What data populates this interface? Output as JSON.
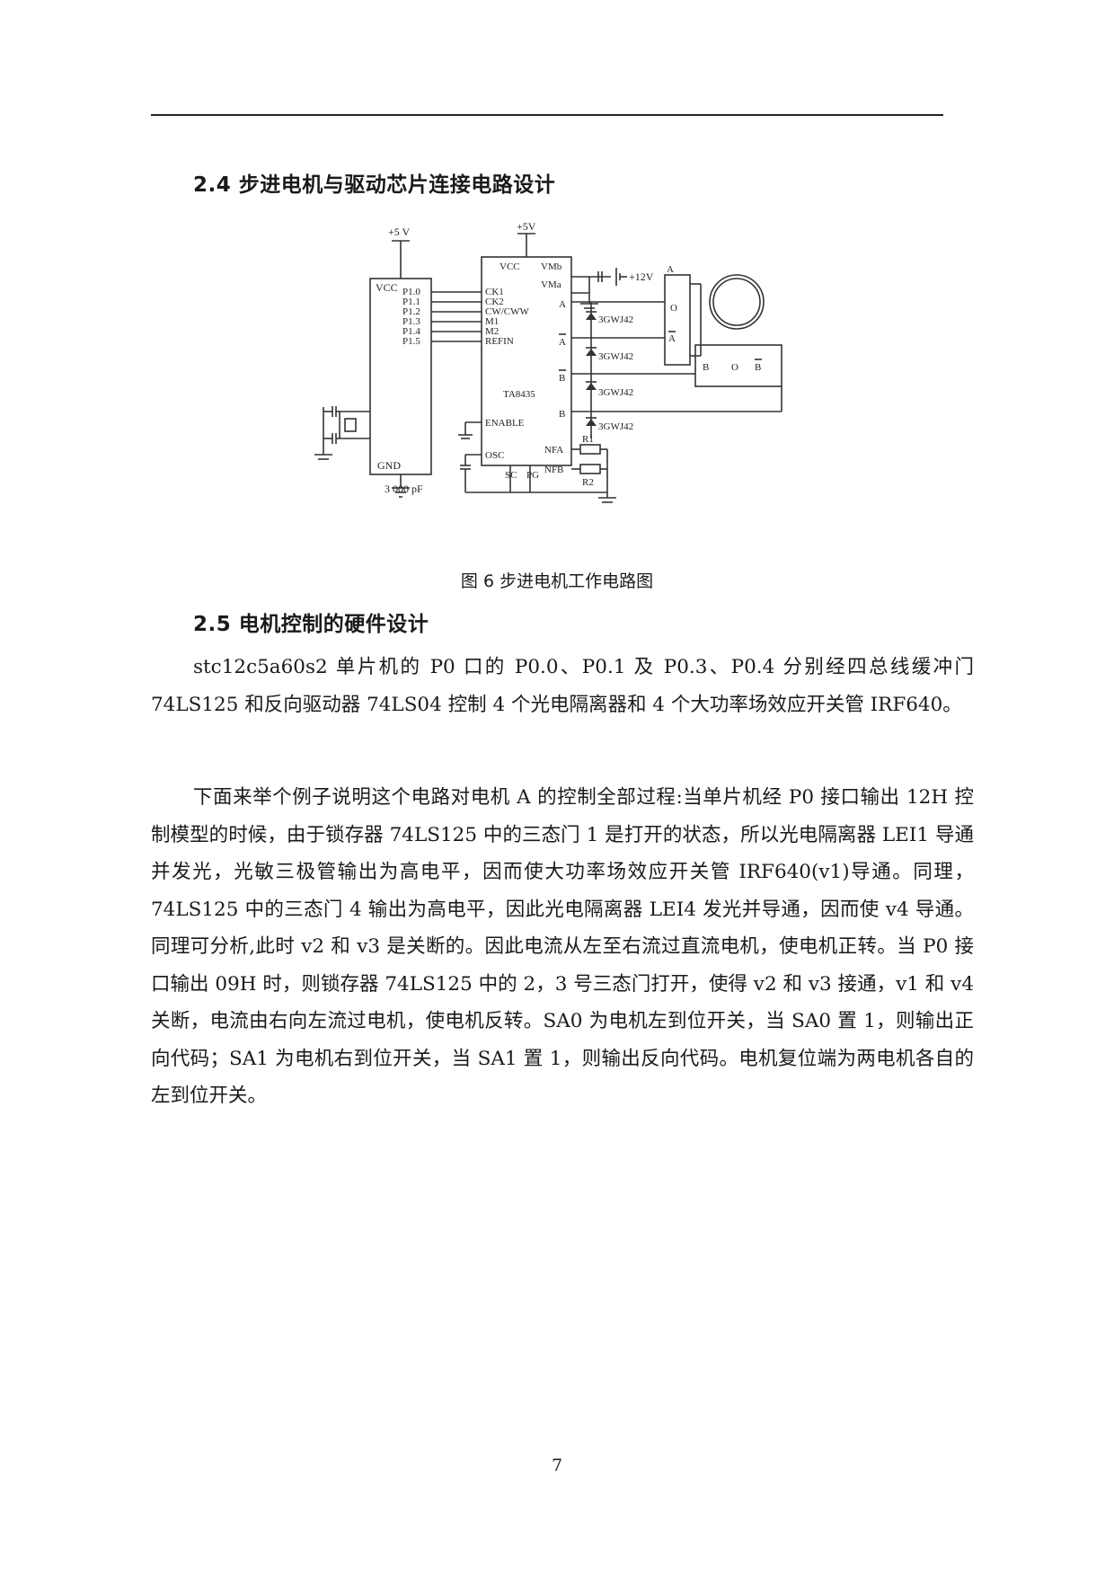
{
  "section_24": {
    "title": "2.4 步进电机与驱动芯片连接电路设计"
  },
  "figure": {
    "caption": "图 6 步进电机工作电路图",
    "labels": {
      "plus5v_left": "+5 V",
      "plus5v_top": "+5V",
      "vcc_mcu": "VCC",
      "gnd": "GND",
      "p10": "P1.0",
      "p11": "P1.1",
      "p12": "P1.2",
      "p13": "P1.3",
      "p14": "P1.4",
      "p15": "P1.5",
      "ck1": "CK1",
      "ck2": "CK2",
      "cwccw": "CW/CWW",
      "m1": "M1",
      "m2": "M2",
      "refin": "REFIN",
      "vcc_ic": "VCC",
      "vmb": "VMb",
      "vma": "VMa",
      "plus12v": "+12V",
      "out_a": "A",
      "out_abar": "A",
      "out_b": "B",
      "out_bbar": "B",
      "chip": "TA8435",
      "enable": "ENABLE",
      "osc": "OSC",
      "nfa": "NFA",
      "nfb": "NFB",
      "sc": "SC",
      "pg": "PG",
      "r1": "R1",
      "r2": "R2",
      "cap": "3 000 pF",
      "d1": "3GWJ42",
      "d2": "3GWJ42",
      "d3": "3GWJ42",
      "d4": "3GWJ42",
      "motor_a": "A",
      "motor_o1": "O",
      "motor_abar": "A",
      "motor_b": "B",
      "motor_o2": "O",
      "motor_bbar": "B"
    }
  },
  "section_25": {
    "title": "2.5 电机控制的硬件设计"
  },
  "paragraphs": [
    "stc12c5a60s2 单片机的 P0 口的 P0.0、P0.1 及 P0.3、P0.4 分别经四总线缓冲门 74LS125 和反向驱动器 74LS04 控制 4 个光电隔离器和 4 个大功率场效应开关管 IRF640。",
    "下面来举个例子说明这个电路对电机 A 的控制全部过程:当单片机经 P0 接口输出 12H 控制模型的时候，由于锁存器 74LS125 中的三态门 1 是打开的状态，所以光电隔离器 LEI1 导通并发光，光敏三极管输出为高电平，因而使大功率场效应开关管 IRF640(v1)导通。同理，74LS125 中的三态门 4 输出为高电平，因此光电隔离器 LEI4 发光并导通，因而使 v4 导通。同理可分析,此时 v2 和 v3 是关断的。因此电流从左至右流过直流电机，使电机正转。当 P0 接口输出 09H 时，则锁存器 74LS125 中的 2，3 号三态门打开，使得 v2 和 v3 接通，v1 和 v4 关断，电流由右向左流过电机，使电机反转。SA0 为电机左到位开关，当 SA0 置 1，则输出正向代码；SA1 为电机右到位开关，当 SA1 置 1，则输出反向代码。电机复位端为两电机各自的左到位开关。"
  ],
  "page_number": "7"
}
